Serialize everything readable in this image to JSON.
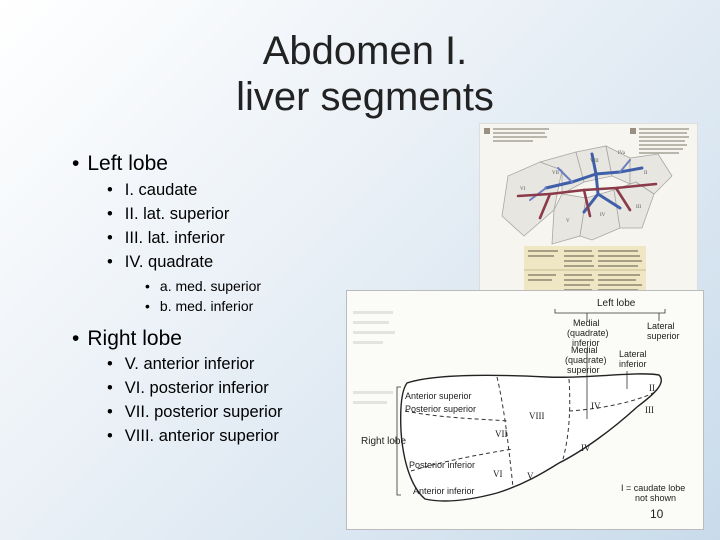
{
  "slide": {
    "title_line1": "Abdomen I.",
    "title_line2": "liver segments",
    "page_number": "10"
  },
  "left_lobe": {
    "heading": "Left lobe",
    "items": [
      "I. caudate",
      "II. lat. superior",
      "III. lat. inferior",
      "IV. quadrate"
    ],
    "subitems": [
      "a. med. superior",
      "b. med. inferior"
    ]
  },
  "right_lobe": {
    "heading": "Right lobe",
    "items": [
      "V. anterior inferior",
      "VI. posterior inferior",
      "VII. posterior superior",
      "VIII. anterior superior"
    ]
  },
  "diagram": {
    "left_lobe_label": "Left lobe",
    "medial_quadrate_inferior": [
      "Medial",
      "(quadrate)",
      "inferior"
    ],
    "lateral_superior": [
      "Lateral",
      "superior"
    ],
    "medial_quadrate_superior": [
      "Medial",
      "(quadrate)",
      "superior"
    ],
    "lateral_inferior": [
      "Lateral",
      "inferior"
    ],
    "anterior_superior": "Anterior superior",
    "posterior_superior": "Posterior superior",
    "right_lobe_label": "Right lobe",
    "posterior_inferior": "Posterior inferior",
    "anterior_inferior": "Anterior inferior",
    "caudate_note": [
      "I = caudate lobe",
      "not shown"
    ],
    "segments": {
      "II": "II",
      "III": "III",
      "IV_a": "IV",
      "IV_b": "IV",
      "V": "V",
      "VI": "VI",
      "VII": "VII",
      "VIII": "VIII"
    }
  }
}
